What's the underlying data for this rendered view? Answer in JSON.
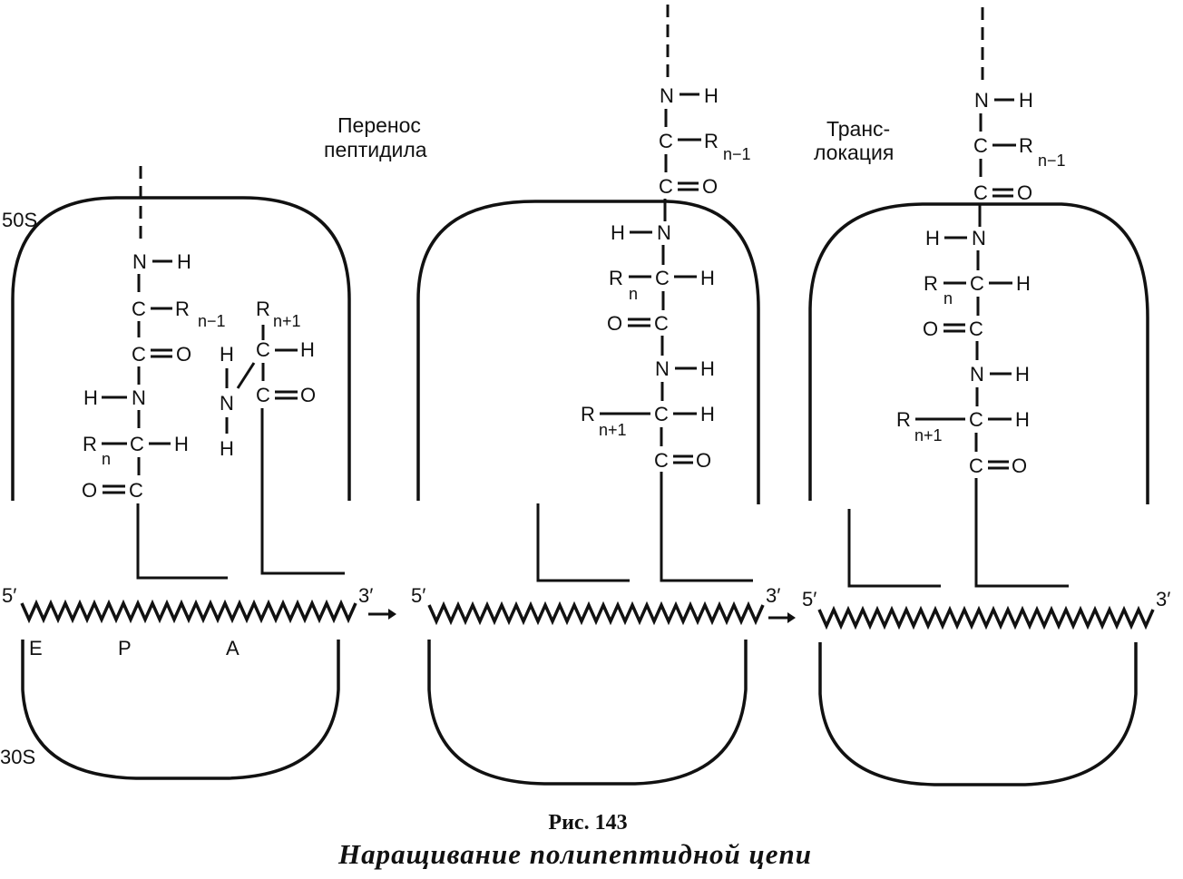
{
  "subunits": {
    "large": "50S",
    "small": "30S"
  },
  "sites": {
    "E": "E",
    "P": "P",
    "A": "A"
  },
  "mrna_ends": {
    "five_prime": "5′",
    "three_prime": "3′"
  },
  "steps": {
    "transfer": {
      "line1": "Перенос",
      "line2": "пептидила"
    },
    "translocation": {
      "line1": "Транс-",
      "line2": "локация"
    }
  },
  "atoms": {
    "N": "N",
    "C": "C",
    "H": "H",
    "O": "O",
    "R": "R"
  },
  "subscripts": {
    "n_minus_1": "n−1",
    "n": "n",
    "n_plus_1": "n+1"
  },
  "caption": {
    "figure": "Рис. 143",
    "title": "Наращивание полипептидной цепи"
  }
}
